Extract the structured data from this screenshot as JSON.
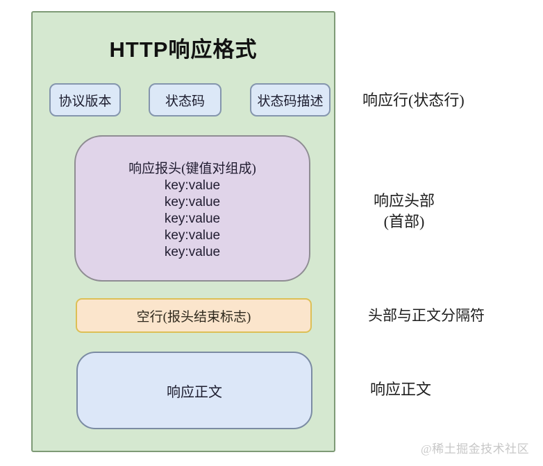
{
  "panel": {
    "title": "HTTP响应格式",
    "status_line": {
      "boxes": [
        {
          "label": "协议版本"
        },
        {
          "label": "状态码"
        },
        {
          "label": "状态码描述"
        }
      ]
    },
    "headers_box": {
      "title": "响应报头(键值对组成)",
      "entries": [
        "key:value",
        "key:value",
        "key:value",
        "key:value",
        "key:value"
      ]
    },
    "blank_line_box": {
      "label": "空行(报头结束标志)"
    },
    "body_box": {
      "label": "响应正文"
    }
  },
  "annotations": {
    "status_line": "响应行(状态行)",
    "headers_line1": "响应头部",
    "headers_line2": "(首部)",
    "separator": "头部与正文分隔符",
    "body": "响应正文"
  },
  "watermark": "@稀土掘金技术社区",
  "colors": {
    "panel_bg": "#d5e8d0",
    "panel_border": "#7e9a76",
    "status_box_bg": "#dce8f7",
    "status_box_border": "#8495ad",
    "headers_box_bg": "#e0d4e9",
    "headers_box_border": "#8e8c92",
    "blank_box_bg": "#fbe5cc",
    "blank_box_border": "#ddbf55",
    "body_box_bg": "#dce7f8",
    "body_box_border": "#7b8ba3",
    "watermark_color": "#c7c7c7"
  }
}
